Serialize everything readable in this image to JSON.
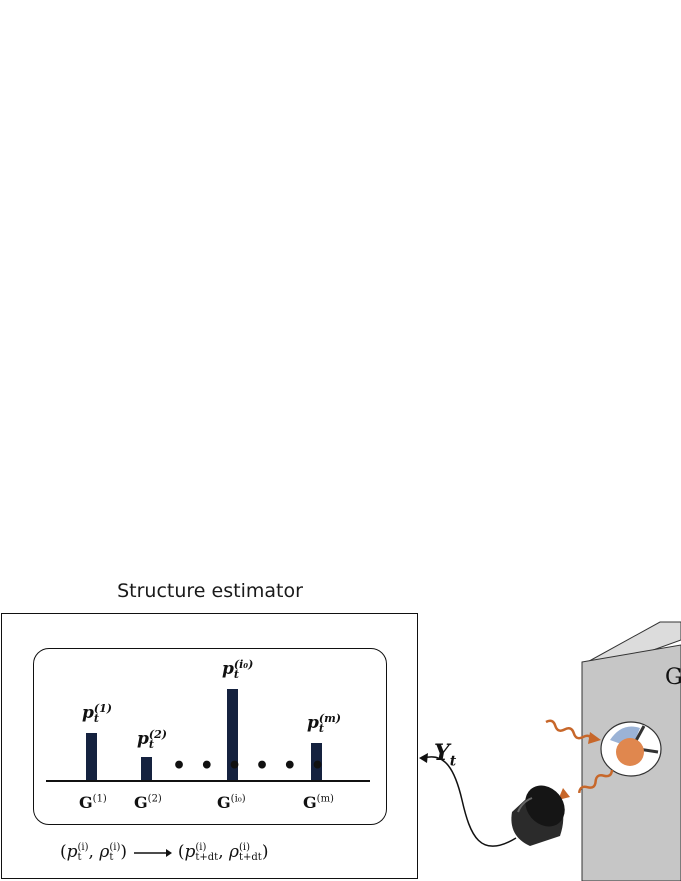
{
  "title": "Structure estimator",
  "bars": [
    {
      "p_label": "p",
      "p_sub": "t",
      "p_sup": "(1)",
      "g_label": "G",
      "g_sup": "(1)",
      "height_fraction": 0.53
    },
    {
      "p_label": "p",
      "p_sub": "t",
      "p_sup": "(2)",
      "g_label": "G",
      "g_sup": "(2)",
      "height_fraction": 0.25
    },
    {
      "p_label": "p",
      "p_sub": "t",
      "p_sup": "(i₀)",
      "g_label": "G",
      "g_sup": "(i₀)",
      "height_fraction": 1.0
    },
    {
      "p_label": "p",
      "p_sub": "t",
      "p_sup": "(m)",
      "g_label": "G",
      "g_sup": "(m)",
      "height_fraction": 0.42
    }
  ],
  "ellipsis": "• • •",
  "update": {
    "lhs": "(p",
    "lhs_sup": "(i)",
    "lhs_sub": "t",
    "rho": "ρ",
    "rhs_sub": "t+dt"
  },
  "signal_label": "Y",
  "signal_sub": "t",
  "box_label": "G",
  "colors": {
    "bar": "#15223f",
    "photon": "#c7672a",
    "box_face": "#c6c6c6",
    "box_top": "#dcdcdc",
    "detector": "#2b2b2b"
  }
}
